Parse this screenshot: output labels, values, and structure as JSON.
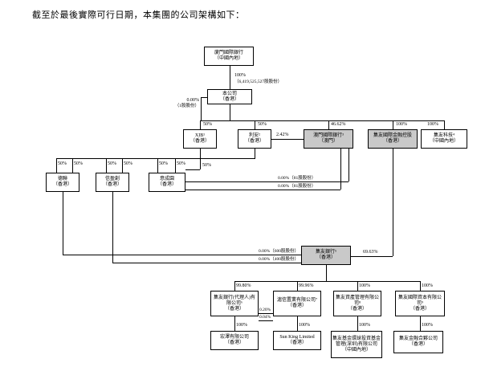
{
  "title": "截至於最後實際可行日期，本集團的公司架構如下：",
  "nodes": {
    "top_bank": {
      "name": "廈門國際銀行",
      "place": "（中國內地）"
    },
    "company": {
      "name": "本公司",
      "place": "（香港）"
    },
    "xib": {
      "name": "XIB¹",
      "place": "（香港）"
    },
    "lian": {
      "name": "利安²",
      "place": "（香港）"
    },
    "macau_bank": {
      "name": "澳門國際銀行³",
      "place": "（澳門）"
    },
    "chiyu_holdings": {
      "name": "集友國際金融控股",
      "place": "（香港）"
    },
    "chiyu_tech": {
      "name": "集友科技⁴",
      "place": "（中國內地）"
    },
    "delian": {
      "name": "德聯",
      "place": "（香港）"
    },
    "xinyingchuang": {
      "name": "信盈創",
      "place": "（香港）"
    },
    "yichengyuan": {
      "name": "意成園",
      "place": "（香港）"
    },
    "chiyu_bank": {
      "name": "集友銀行⁵",
      "place": "（香港）"
    },
    "nominees": {
      "name": "集友銀行(代理人)有限公司⁶",
      "place": "（香港）"
    },
    "property": {
      "name": "滬信置業有限公司⁷",
      "place": "（香港）"
    },
    "asset_mgmt": {
      "name": "集友資產管理有限公司⁸",
      "place": "（香港）"
    },
    "intl_capital": {
      "name": "集友國際資本有限公司⁹",
      "place": "（香港）"
    },
    "hongze": {
      "name": "宏澤有限公司",
      "place": "（香港）"
    },
    "sun_king": {
      "name": "Sun King Limited",
      "place": "（香港）"
    },
    "fund_mgmt": {
      "name": "集友基金環球投資基金管理(深圳)有限公司",
      "place": "（中國內地）"
    },
    "partnership": {
      "name": "集友金融合夥公司",
      "place": "（香港）"
    }
  },
  "labels": {
    "pct_company": "100%",
    "shares_company": "（6,419,525,527股股份）",
    "pct_one_share": "0.00%",
    "shares_one": "（1股股份）",
    "pct_xib": "50%",
    "pct_lian": "50%",
    "pct_macau": "46.62%",
    "pct_holdings": "100%",
    "pct_tech": "100%",
    "pct_lian_macau": "2.42%",
    "pct_d1": "50%",
    "pct_d2": "50%",
    "pct_x1": "50%",
    "pct_x2": "50%",
    "pct_y1": "50%",
    "pct_y2": "50%",
    "pct_side": "50%",
    "shares_81_a": "0.00%（81股股份）",
    "shares_81_b": "0.00%（81股股份）",
    "pct_chiyu": "69.63%",
    "shares_600": "0.00%（600股股份）",
    "shares_400": "0.00%（400股股份）",
    "pct_nominees": "99.80%",
    "pct_property": "99.96%",
    "pct_asset": "100%",
    "pct_capital": "100%",
    "pct_cross_020": "0.20%",
    "pct_cross_004": "0.04%",
    "pct_hongze": "100%",
    "pct_sunking": "100%",
    "pct_fund": "100%",
    "pct_partnership": "100%"
  }
}
